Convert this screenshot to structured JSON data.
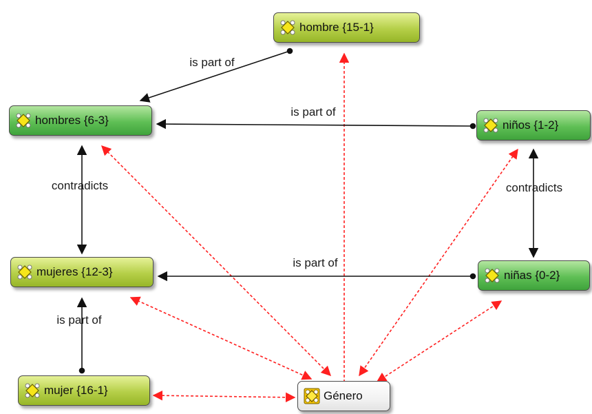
{
  "nodes": {
    "hombre": {
      "label": "hombre {15-1}",
      "icon": "code-family-icon"
    },
    "hombres": {
      "label": "hombres {6-3}",
      "icon": "code-family-icon"
    },
    "ninos": {
      "label": "niños {1-2}",
      "icon": "code-family-icon"
    },
    "mujeres": {
      "label": "mujeres {12-3}",
      "icon": "code-family-icon"
    },
    "ninas": {
      "label": "niñas {0-2}",
      "icon": "code-family-icon"
    },
    "mujer": {
      "label": "mujer {16-1}",
      "icon": "code-family-icon"
    },
    "genero": {
      "label": "Género",
      "icon": "code-group-icon"
    }
  },
  "edges": {
    "hombre_hombres": "is part of",
    "ninos_hombres": "is part of",
    "hombres_mujeres": "contradicts",
    "ninos_ninas": "contradicts",
    "ninas_mujeres": "is part of",
    "mujer_mujeres": "is part of"
  },
  "colors": {
    "relation": "#111111",
    "group_link": "#ff2020"
  }
}
